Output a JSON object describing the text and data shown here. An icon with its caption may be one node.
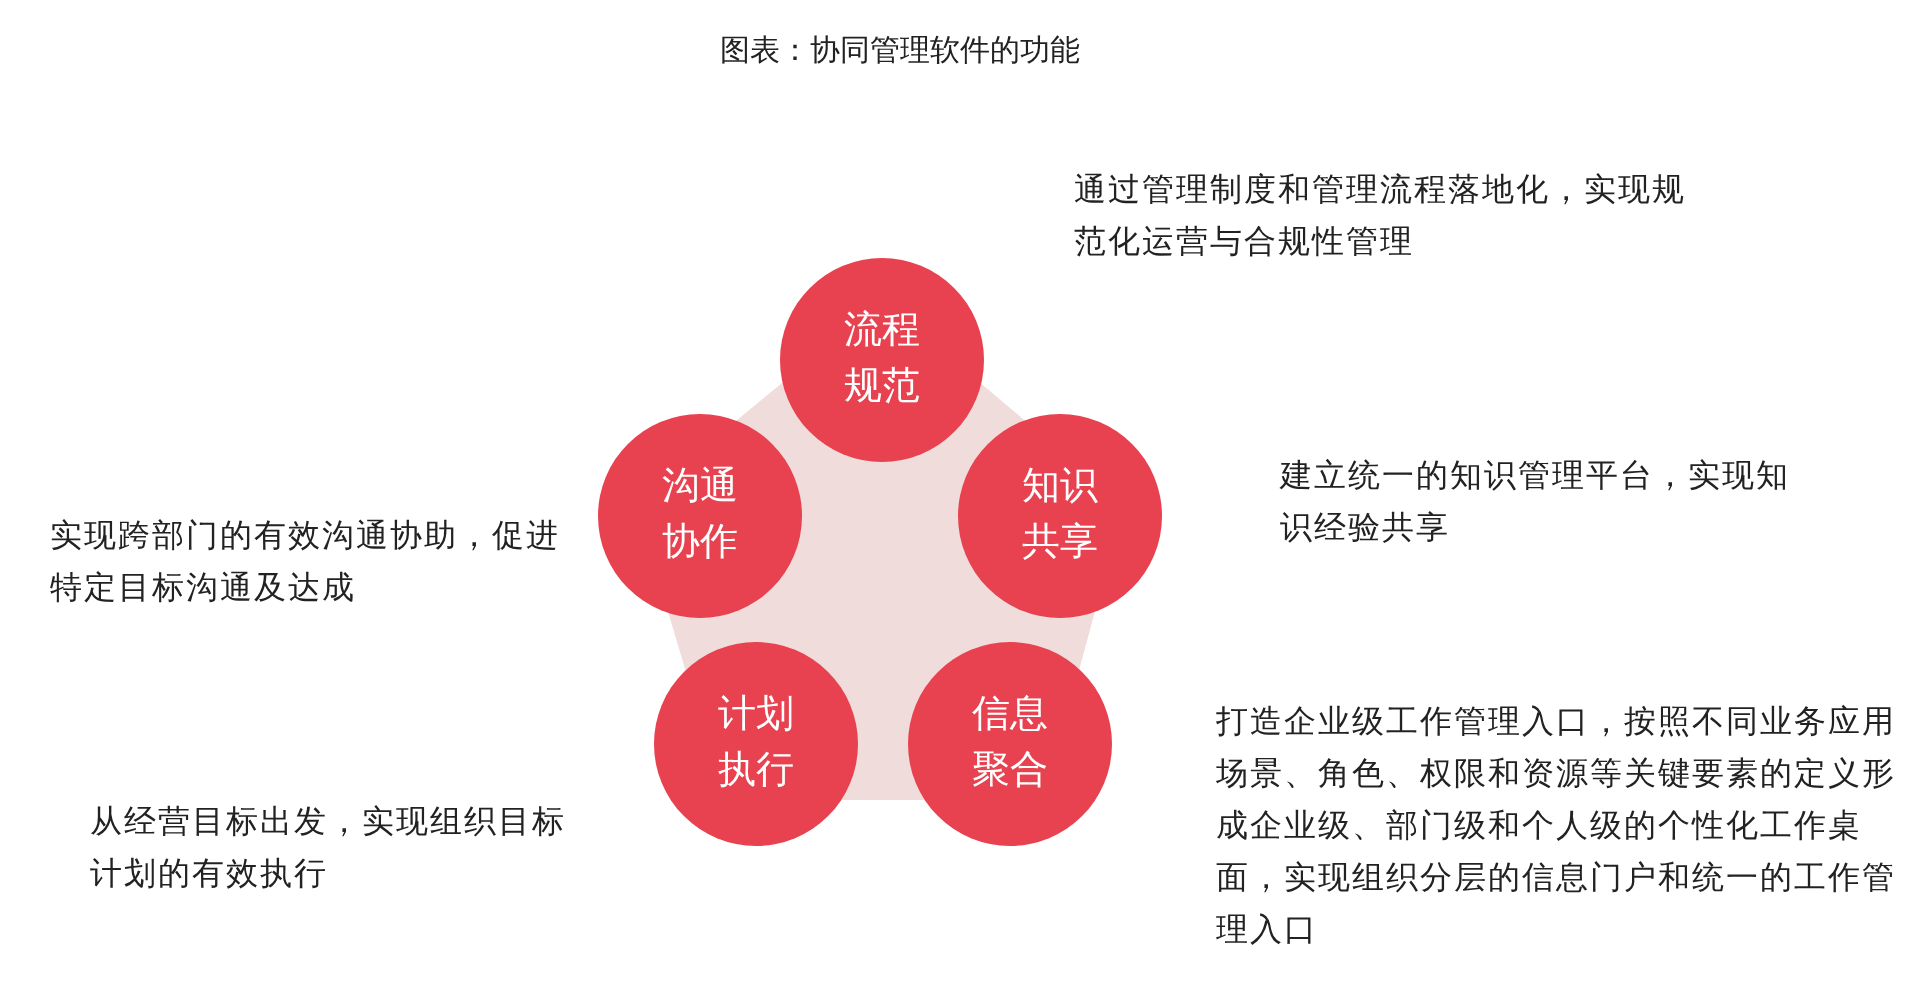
{
  "diagram": {
    "title": "图表：协同管理软件的功能",
    "nodes": [
      {
        "text": [
          "流程规范"
        ],
        "beside": [
          "通过管理制度和管理流程落地化，实现规范化运营与合规性管理"
        ]
      },
      {
        "text": [
          "知识共享"
        ],
        "beside": [
          "建立统一的知识管理平台，实现知识经验共享"
        ]
      },
      {
        "text": [
          "信息聚合"
        ],
        "beside": [
          "打造企业级工作管理入口，按照不同业务应用场景、角色、权限和资源等关键要素的定义形成企业级、部门级和个人级的个性化工作桌面，实现组织分层的信息门户和统一的工作管理入口"
        ]
      },
      {
        "text": [
          "计划执行"
        ],
        "beside": [
          "从经营目标出发，实现组织目标计划的有效执行"
        ]
      },
      {
        "text": [
          "沟通协作"
        ],
        "beside": [
          "实现跨部门的有效沟通协助，促进特定目标沟通及达成"
        ]
      }
    ]
  }
}
